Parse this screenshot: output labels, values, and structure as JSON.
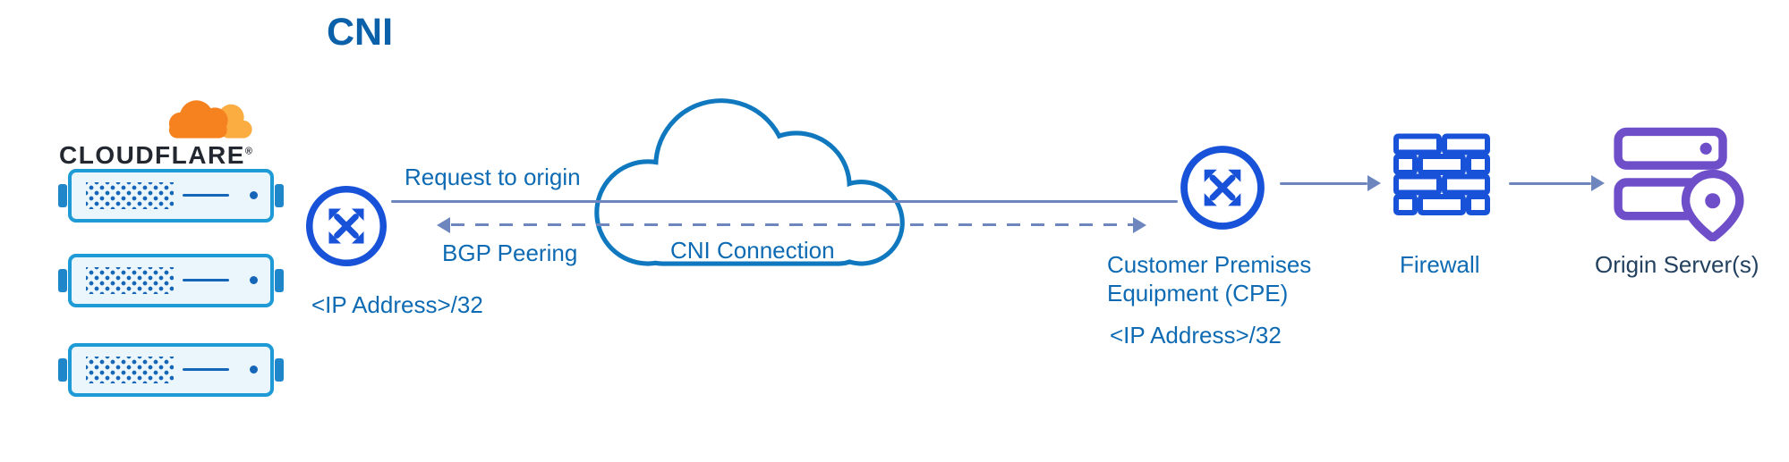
{
  "title": "CNI",
  "logo": {
    "wordmark": "CLOUDFLARE",
    "registered": "®"
  },
  "left_interconnect": {
    "ip": "<IP Address>/32"
  },
  "flow": {
    "request_label": "Request to origin",
    "bgp_label": "BGP Peering",
    "cloud_label": "CNI Connection"
  },
  "cpe": {
    "name_line1": "Customer Premises",
    "name_line2": "Equipment (CPE)",
    "ip": "<IP Address>/32"
  },
  "firewall": {
    "label": "Firewall"
  },
  "origin": {
    "label": "Origin Server(s)"
  },
  "icons": {
    "cloudflare_logo": "cloudflare-cloud-logo",
    "rack_server": "rack-server-icon",
    "interconnect": "network-interconnect-icon",
    "cni_cloud": "cloud-outline-icon",
    "firewall": "brick-wall-icon",
    "origin": "server-stack-location-pin-icon"
  },
  "colors": {
    "label_blue": "#0E6BB3",
    "dark_label": "#24425F",
    "icon_blue": "#1752D8",
    "connector": "#6D87BE",
    "cloud_stroke": "#1078BE",
    "server_border": "#1E9BD6",
    "server_fill": "#EAF5FC",
    "server_detail": "#1566B8",
    "origin_purple": "#6F4EC9",
    "cf_orange": "#F6821F",
    "cf_orange_light": "#FBAD41",
    "wordmark": "#23272F"
  }
}
